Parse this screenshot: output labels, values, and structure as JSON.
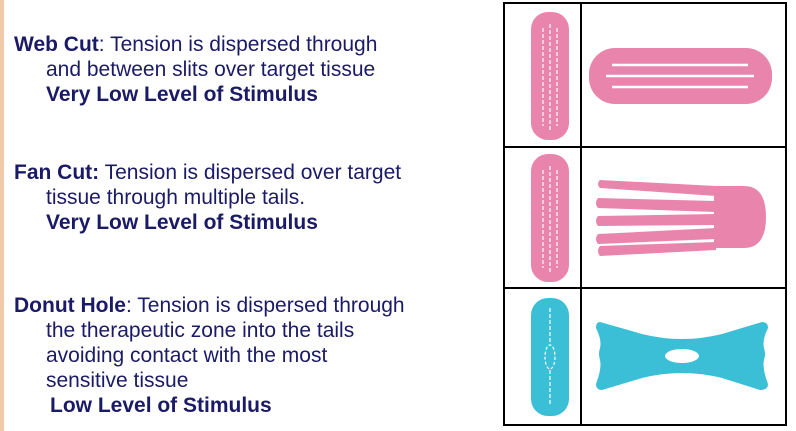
{
  "entries": [
    {
      "term": "Web Cut",
      "desc_1": ":  Tension is dispersed through",
      "desc_2": "and between slits over target tissue",
      "stimulus": "Very Low Level of Stimulus"
    },
    {
      "term": "Fan Cut:",
      "desc_1": " Tension is dispersed over target",
      "desc_2": "tissue through multiple tails.",
      "stimulus": "Very Low Level of Stimulus"
    },
    {
      "term": "Donut Hole",
      "desc_1": ": Tension is dispersed through",
      "desc_2": "the therapeutic zone into the tails",
      "desc_3": "avoiding contact with the most",
      "desc_4": "sensitive tissue",
      "stimulus": "Low Level of Stimulus"
    }
  ],
  "colors": {
    "text": "#1a1a66",
    "tape_pink": "#e985ad",
    "tape_blue": "#3bbfd6"
  },
  "icons": [
    "web-cut-tape-roll-icon",
    "web-cut-tape-strip-icon",
    "fan-cut-tape-roll-icon",
    "fan-cut-tape-strip-icon",
    "donut-hole-tape-roll-icon",
    "donut-hole-tape-strip-icon"
  ]
}
